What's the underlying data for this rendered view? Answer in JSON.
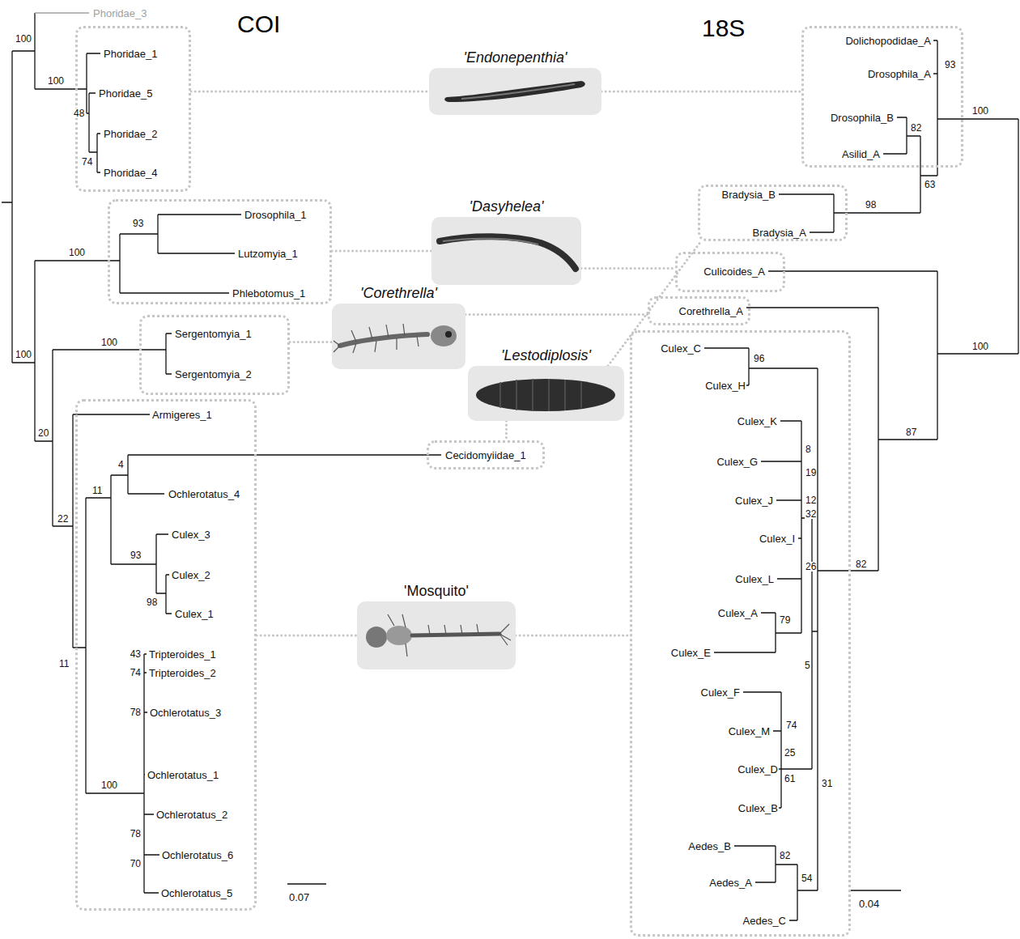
{
  "diagram": {
    "nodes": [
      {
        "text": [
          "Phoridae_1",
          "Phoridae_5",
          "Phoridae_2",
          "Phoridae_4"
        ]
      },
      {
        "text": [
          "'Endonepenthia'"
        ]
      },
      {
        "text": [
          "Dolichopodidae_A",
          "Drosophila_A",
          "Drosophila_B",
          "Asilid_A"
        ]
      },
      {
        "text": [
          "Drosophila_1",
          "Lutzomyia_1",
          "Phlebotomus_1"
        ]
      },
      {
        "text": [
          "'Dasyhelea'"
        ]
      },
      {
        "text": [
          "Bradysia_B",
          "Bradysia_A"
        ]
      },
      {
        "text": [
          "Culicoides_A"
        ]
      },
      {
        "text": [
          "Sergentomyia_1",
          "Sergentomyia_2"
        ]
      },
      {
        "text": [
          "'Corethrella'"
        ]
      },
      {
        "text": [
          "Corethrella_A"
        ]
      },
      {
        "text": [
          "'Lestodiplosis'"
        ]
      },
      {
        "text": [
          "Cecidomyiidae_1"
        ]
      },
      {
        "text": [
          "Armigeres_1",
          "Ochlerotatus_4",
          "Culex_3",
          "Culex_2",
          "Culex_1",
          "Tripteroides_1",
          "Tripteroides_2",
          "Ochlerotatus_3",
          "Ochlerotatus_1",
          "Ochlerotatus_2",
          "Ochlerotatus_6",
          "Ochlerotatus_5"
        ]
      },
      {
        "text": [
          "'Mosquito'"
        ]
      },
      {
        "text": [
          "Culex_C",
          "Culex_H",
          "Culex_K",
          "Culex_G",
          "Culex_J",
          "Culex_I",
          "Culex_L",
          "Culex_A",
          "Culex_E",
          "Culex_F",
          "Culex_M",
          "Culex_D",
          "Culex_B",
          "Aedes_B",
          "Aedes_A",
          "Aedes_C"
        ]
      }
    ],
    "edges": [
      {
        "from": 0,
        "to": 1,
        "arrow": "none"
      },
      {
        "from": 1,
        "to": 2,
        "arrow": "none"
      },
      {
        "from": 3,
        "to": 4,
        "arrow": "none"
      },
      {
        "from": 4,
        "to": 6,
        "arrow": "none"
      },
      {
        "from": 7,
        "to": 8,
        "arrow": "none"
      },
      {
        "from": 8,
        "to": 9,
        "arrow": "none"
      },
      {
        "from": 10,
        "to": 5,
        "arrow": "none"
      },
      {
        "from": 10,
        "to": 11,
        "arrow": "none"
      },
      {
        "from": 12,
        "to": 13,
        "arrow": "none"
      },
      {
        "from": 13,
        "to": 14,
        "arrow": "none"
      }
    ],
    "labels": [
      "COI",
      "18S",
      "Phoridae_3",
      "100",
      "100",
      "48",
      "74",
      "100",
      "100",
      "93",
      "100",
      "20",
      "22",
      "4",
      "11",
      "93",
      "98",
      "11",
      "43",
      "74",
      "78",
      "100",
      "78",
      "70",
      "0.07",
      "100",
      "93",
      "82",
      "63",
      "98",
      "100",
      "87",
      "82",
      "96",
      "8",
      "19",
      "12",
      "32",
      "26",
      "79",
      "5",
      "74",
      "25",
      "61",
      "31",
      "82",
      "54",
      "0.04"
    ]
  }
}
